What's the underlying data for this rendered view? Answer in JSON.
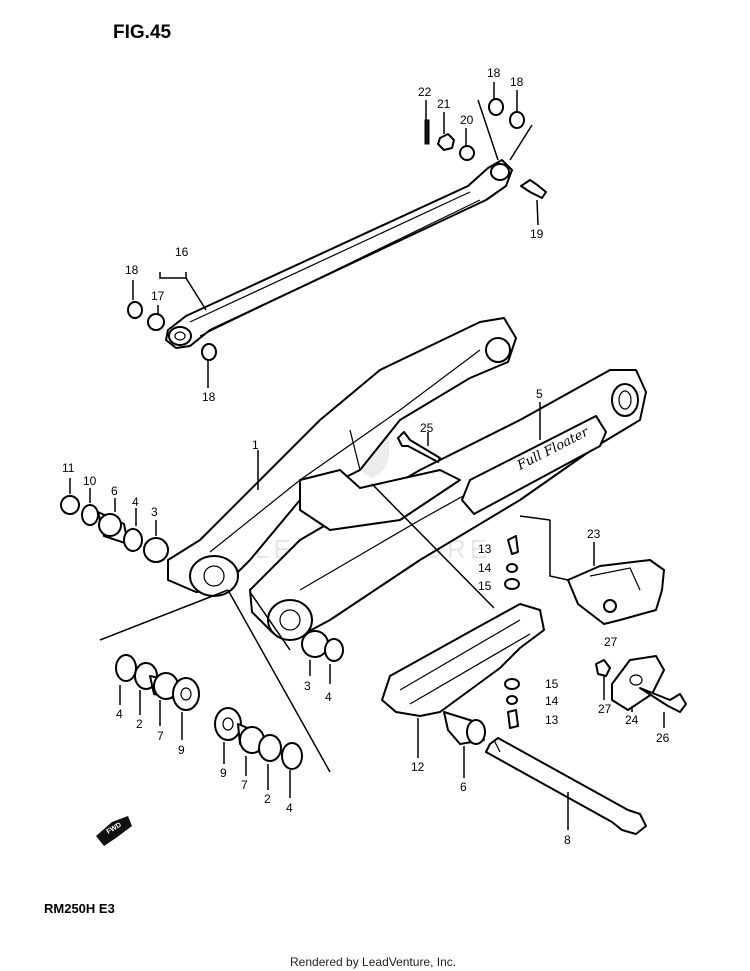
{
  "figure_title": "FIG.45",
  "model": "RM250H  E3",
  "footer": "Rendered by LeadVenture, Inc.",
  "watermark": "LEADVENTURE",
  "fwd_arrow": "FWD",
  "part_labels": {
    "p22": "22",
    "p21": "21",
    "p20": "20",
    "p18a": "18",
    "p18b": "18",
    "p19": "19",
    "p16": "16",
    "p17": "17",
    "p18c": "18",
    "p18d": "18",
    "p5": "5",
    "p25": "25",
    "p1": "1",
    "p11": "11",
    "p10": "10",
    "p6a": "6",
    "p4a": "4",
    "p3a": "3",
    "p13a": "13",
    "p14a": "14",
    "p15a": "15",
    "p23": "23",
    "p27a": "27",
    "p3b": "3",
    "p4b": "4",
    "p15b": "15",
    "p14b": "14",
    "p13b": "13",
    "p27b": "27",
    "p24": "24",
    "p26": "26",
    "p4c": "4",
    "p2a": "2",
    "p7a": "7",
    "p9a": "9",
    "p9b": "9",
    "p7b": "7",
    "p2b": "2",
    "p4d": "4",
    "p12": "12",
    "p6b": "6",
    "p8": "8"
  }
}
